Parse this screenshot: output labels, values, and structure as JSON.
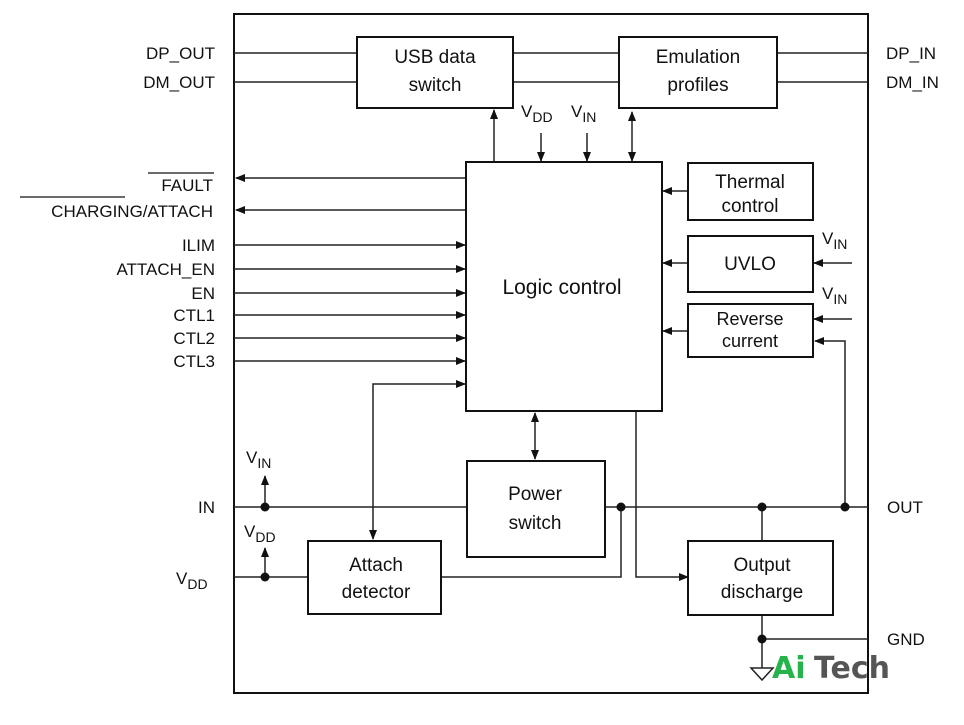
{
  "blocks": {
    "usb_switch": [
      "USB data",
      "switch"
    ],
    "emulation": [
      "Emulation",
      "profiles"
    ],
    "logic": "Logic control",
    "thermal": [
      "Thermal",
      "control"
    ],
    "uvlo": "UVLO",
    "reverse": [
      "Reverse",
      "current"
    ],
    "power_switch": [
      "Power",
      "switch"
    ],
    "attach": [
      "Attach",
      "detector"
    ],
    "discharge": [
      "Output",
      "discharge"
    ]
  },
  "pins_left": {
    "dp_out": "DP_OUT",
    "dm_out": "DM_OUT",
    "fault": "FAULT",
    "charging": "CHARGING/ATTACH",
    "ilim": "ILIM",
    "attach_en": "ATTACH_EN",
    "en": "EN",
    "ctl1": "CTL1",
    "ctl2": "CTL2",
    "ctl3": "CTL3",
    "in": "IN",
    "vdd": "V",
    "vdd_sub": "DD"
  },
  "pins_right": {
    "dp_in": "DP_IN",
    "dm_in": "DM_IN",
    "out": "OUT",
    "gnd": "GND"
  },
  "supplies": {
    "v": "V",
    "in_sub": "IN",
    "dd_sub": "DD"
  },
  "watermark": {
    "part1": "Ai",
    "part2": "Tech",
    "color1": "#27b34b",
    "color2": "#555555"
  }
}
